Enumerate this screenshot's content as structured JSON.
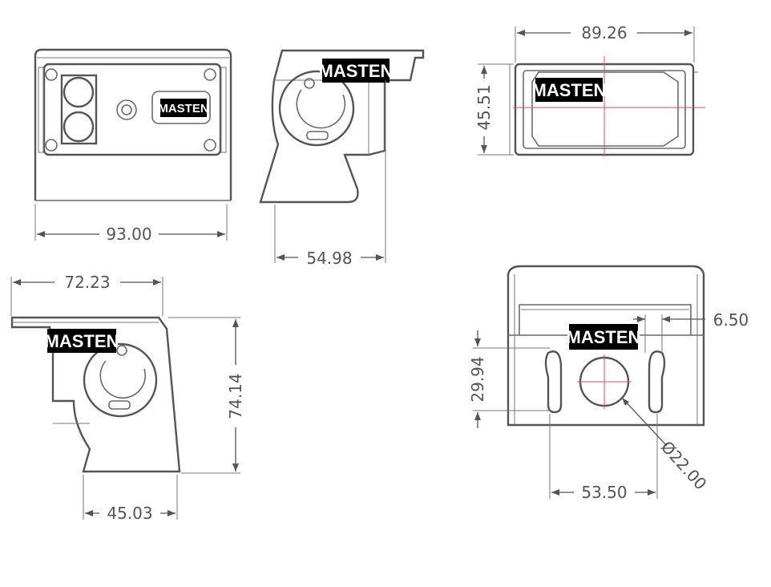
{
  "brand": {
    "logo_text": "MASTEN",
    "logo_bg": "#000000",
    "logo_fg": "#ffffff"
  },
  "views": {
    "front": {
      "width_label": "93.00"
    },
    "side_top": {
      "depth_label": "54.98"
    },
    "top": {
      "width_label": "89.26",
      "height_label": "45.51"
    },
    "side_bottom": {
      "width_label": "72.23",
      "height_label": "74.14",
      "base_label": "45.03"
    },
    "rear": {
      "slot_height_label": "29.94",
      "edge_label": "6.50",
      "slot_spacing_label": "53.50",
      "hole_diameter_label": "Ø22.00"
    }
  },
  "colors": {
    "line": "#6a6a6a",
    "dimension": "#555555",
    "centerline": "#dd5555"
  }
}
